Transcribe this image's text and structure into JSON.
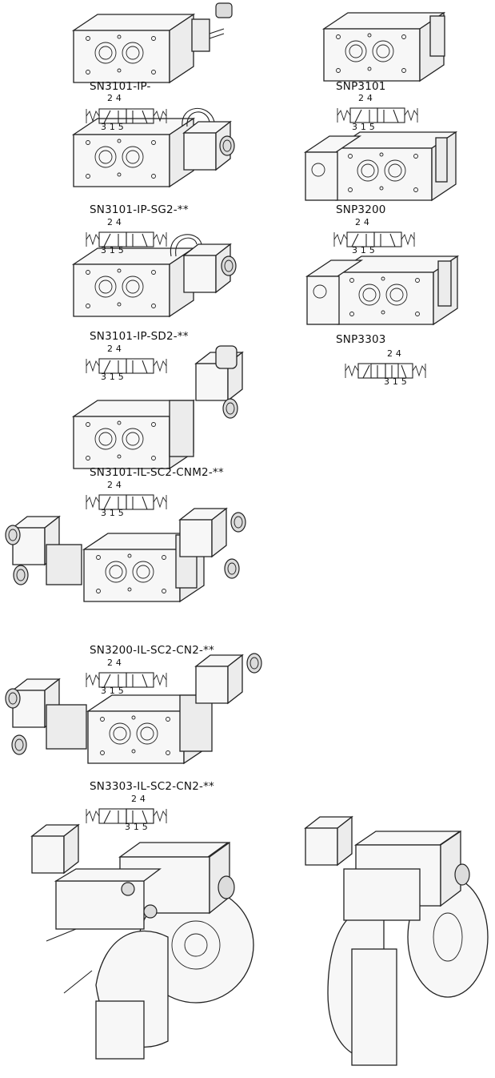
{
  "labels": {
    "sn3101_ip": "SN3101-IP-",
    "snp3101": "SNP3101",
    "sn3101_ip_sg2": "SN3101-IP-SG2-**",
    "snp3200": "SNP3200",
    "sn3101_ip_sd2": "SN3101-IP-SD2-**",
    "snp3303": "SNP3303",
    "sn3101_il_sc2_cnm2": "SN3101-IL-SC2-CNM2-**",
    "sn3200_il_sc2_cn2": "SN3200-IL-SC2-CN2-**",
    "sn3303_il_sc2_cn2": "SN3303-IL-SC2-CN2-**"
  },
  "symbol_ports": {
    "top": "2 4",
    "bottom": "3 1 5"
  }
}
